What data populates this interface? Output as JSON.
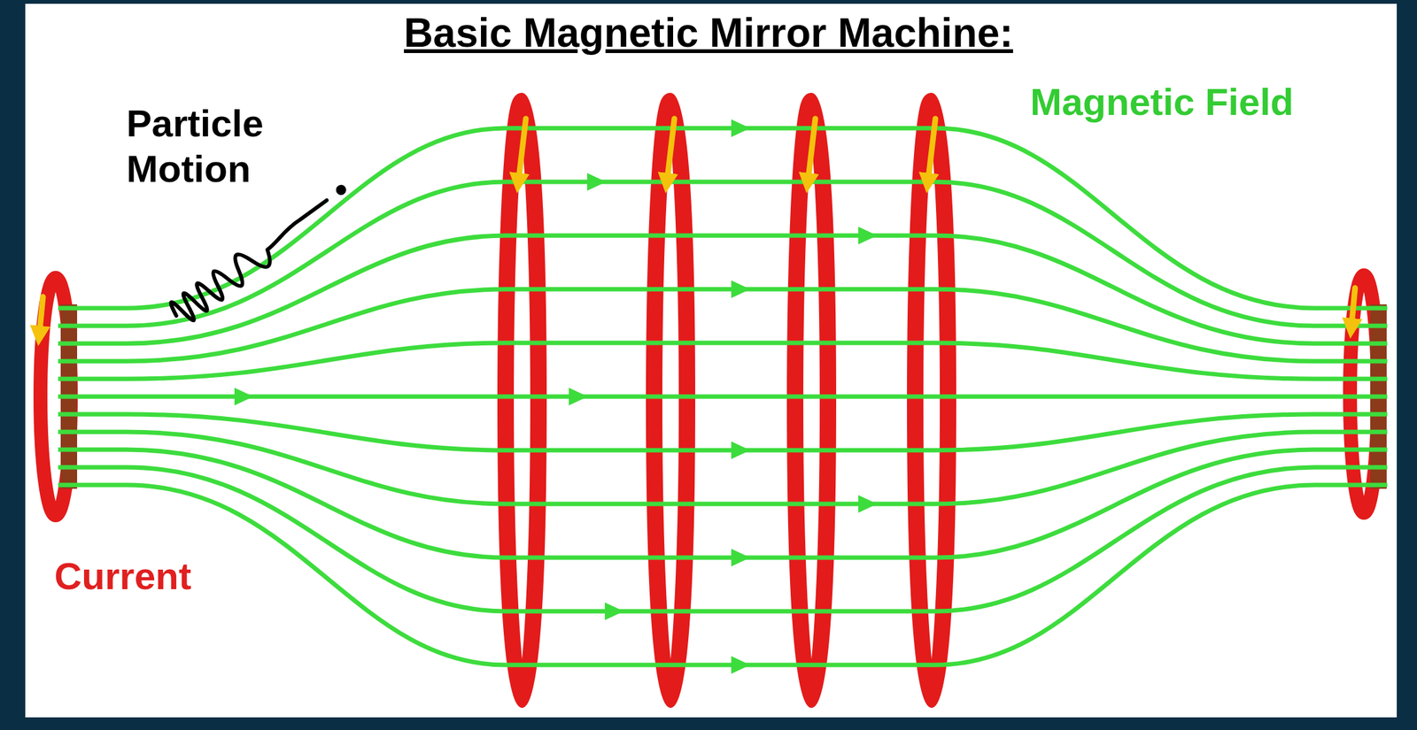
{
  "diagram": {
    "title": "Basic Magnetic Mirror Machine:",
    "labels": [
      "Particle Motion",
      "Magnetic Field",
      "Current"
    ]
  }
}
